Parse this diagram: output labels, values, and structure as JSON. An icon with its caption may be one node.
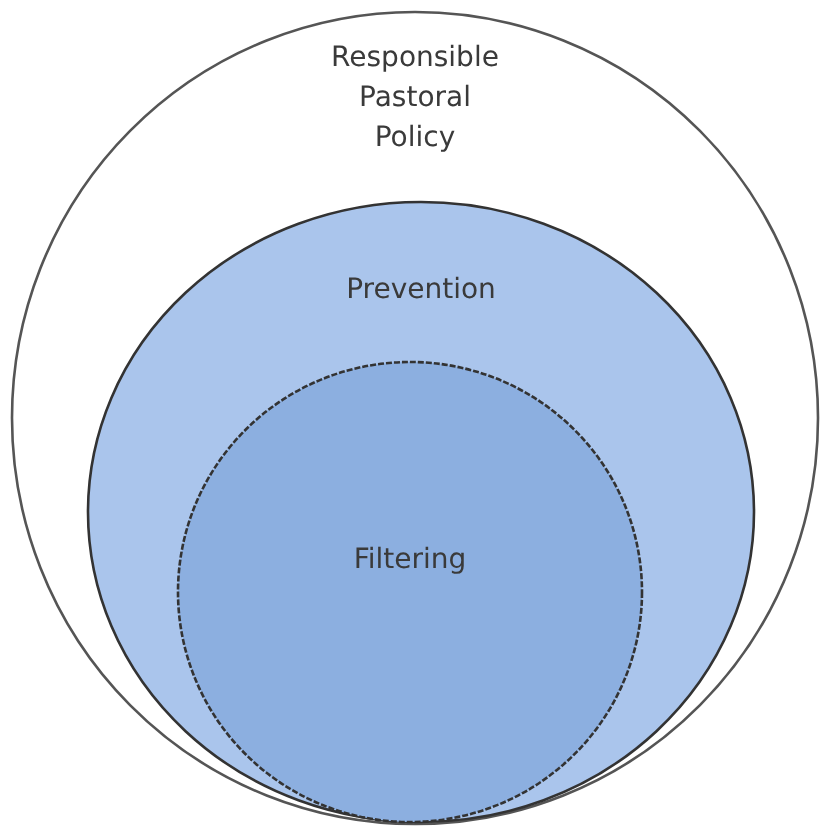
{
  "diagram": {
    "nodes": [
      {
        "text": [
          "Responsible Pastoral Policy"
        ]
      },
      {
        "text": [
          "Prevention"
        ],
        "in": 0
      },
      {
        "text": [
          "Filtering"
        ],
        "in": 1
      }
    ]
  }
}
